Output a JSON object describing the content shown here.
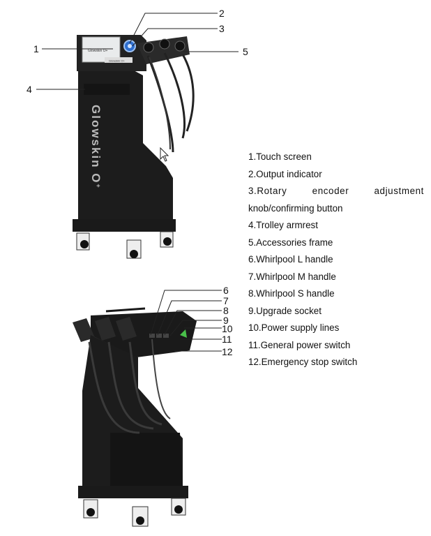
{
  "callouts_top": [
    "1",
    "2",
    "3",
    "4",
    "5"
  ],
  "callouts_bottom": [
    "6",
    "7",
    "8",
    "9",
    "10",
    "11",
    "12"
  ],
  "brand_text": "Glowskin O",
  "brand_superscript": "+",
  "screen_text": "Glowskin O+",
  "panel_text": "Glowskin O+",
  "legend": [
    "1.Touch screen",
    "2.Output indicator",
    "3.Rotary encoder adjustment",
    "knob/confirming button",
    "4.Trolley armrest",
    "5.Accessories frame",
    "6.Whirlpool L handle",
    "7.Whirlpool M handle",
    "8.Whirlpool S handle",
    "9.Upgrade socket",
    "10.Power supply lines",
    "11.General power switch",
    "12.Emergency stop switch"
  ],
  "colors": {
    "device_body": "#1c1c1c",
    "screen": "#e9ebec",
    "knob": "#2e6fd0",
    "accent": "#49c14a"
  }
}
